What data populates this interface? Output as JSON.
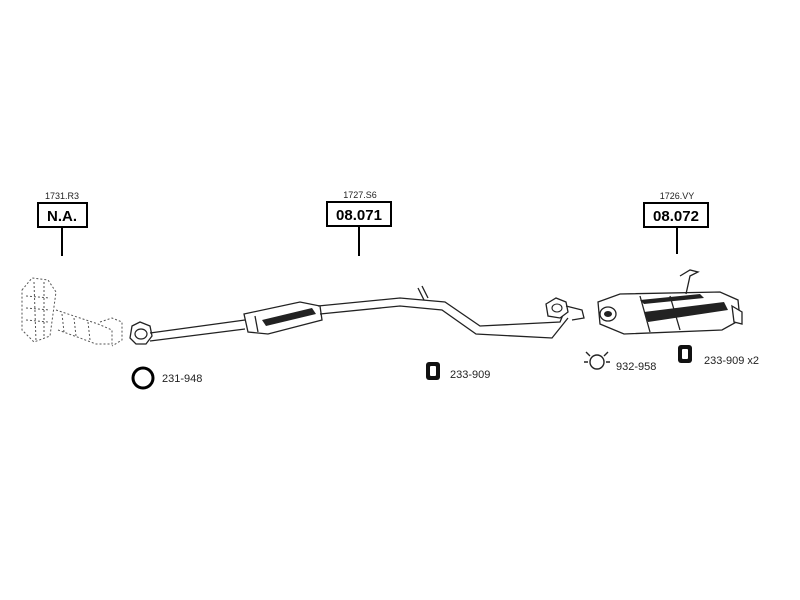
{
  "parts": [
    {
      "ref": "1731.R3",
      "code": "N.A."
    },
    {
      "ref": "1727.S6",
      "code": "08.071"
    },
    {
      "ref": "1726.VY",
      "code": "08.072"
    }
  ],
  "hardware": [
    {
      "part_no": "231-948",
      "icon": "gasket-ring-icon"
    },
    {
      "part_no": "233-909",
      "icon": "rubber-hanger-icon"
    },
    {
      "part_no": "932-958",
      "icon": "pipe-clamp-icon"
    },
    {
      "part_no": "233-909 x2",
      "icon": "rubber-hanger-icon"
    }
  ],
  "colors": {
    "line": "#222222",
    "box_border": "#000000",
    "background": "#ffffff"
  }
}
